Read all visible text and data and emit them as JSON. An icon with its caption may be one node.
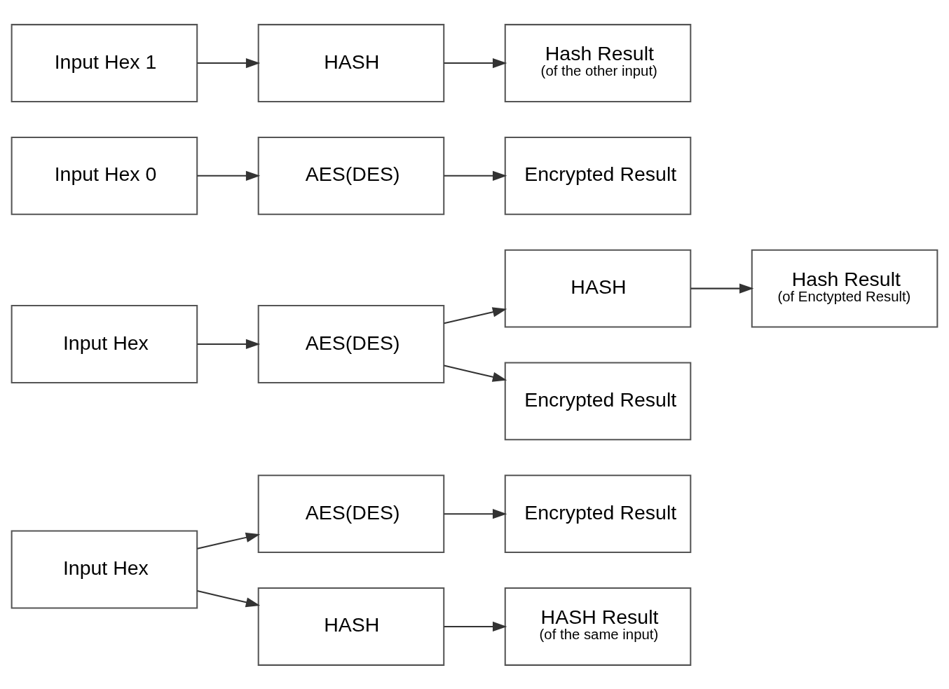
{
  "diagram": {
    "nodes": [
      {
        "text": [
          "Input Hex"
        ]
      },
      {
        "text": [
          "AES(DES)"
        ]
      },
      {
        "text": [
          "HASH"
        ]
      },
      {
        "text": [
          "Encrypted Result"
        ]
      },
      {
        "text": [
          "HASH Result",
          "(of the same input)"
        ]
      },
      {
        "text": [
          "Input Hex"
        ]
      },
      {
        "text": [
          "AES(DES)"
        ]
      },
      {
        "text": [
          "HASH"
        ]
      },
      {
        "text": [
          "Encrypted Result"
        ]
      },
      {
        "text": [
          "Hash Result",
          "(of Enctypted Result)"
        ]
      },
      {
        "text": [
          "Input Hex 0"
        ]
      },
      {
        "text": [
          "Input Hex 1"
        ]
      },
      {
        "text": [
          "AES(DES)"
        ]
      },
      {
        "text": [
          "HASH"
        ]
      },
      {
        "text": [
          "Encrypted Result"
        ]
      },
      {
        "text": [
          "Hash Result",
          "(of the other input)"
        ]
      }
    ],
    "edges": [
      {
        "from": 0,
        "to": 1,
        "arrow": "to"
      },
      {
        "from": 0,
        "to": 2,
        "arrow": "to"
      },
      {
        "from": 1,
        "to": 3,
        "arrow": "to"
      },
      {
        "from": 2,
        "to": 4,
        "arrow": "to"
      },
      {
        "from": 5,
        "to": 6,
        "arrow": "to"
      },
      {
        "from": 6,
        "to": 8,
        "arrow": "to"
      },
      {
        "from": 6,
        "to": 7,
        "arrow": "to"
      },
      {
        "from": 7,
        "to": 9,
        "arrow": "to"
      },
      {
        "from": 10,
        "to": 12,
        "arrow": "to"
      },
      {
        "from": 11,
        "to": 13,
        "arrow": "to"
      },
      {
        "from": 12,
        "to": 14,
        "arrow": "to"
      },
      {
        "from": 13,
        "to": 15,
        "arrow": "to"
      }
    ]
  }
}
